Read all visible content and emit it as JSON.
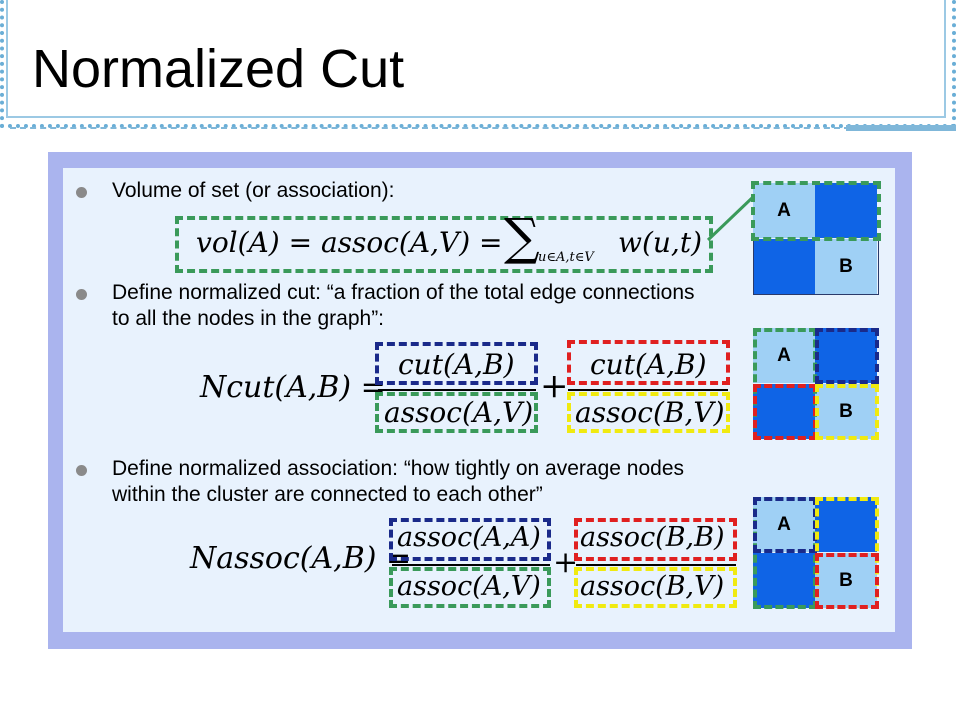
{
  "slide": {
    "title": "Normalized Cut",
    "bullets": [
      "Volume of set (or association):",
      "Define normalized cut: “a fraction of the total edge connections to all the nodes in the graph”:",
      "Define normalized association: “how tightly on average nodes within the cluster are connected to each other”"
    ],
    "equations": {
      "vol_lhs": "vol(A) = assoc(A,V) =",
      "vol_sum": "∑",
      "vol_sub": "u∈A,t∈V",
      "vol_rhs": "w(u,t)",
      "ncut_lhs": "Ncut(A,B) =",
      "ncut_num1": "cut(A,B)",
      "ncut_den1": "assoc(A,V)",
      "ncut_num2": "cut(A,B)",
      "ncut_den2": "assoc(B,V)",
      "nassoc_lhs": "Nassoc(A,B) =",
      "nassoc_num1": "assoc(A,A)",
      "nassoc_den1": "assoc(A,V)",
      "nassoc_num2": "assoc(B,B)",
      "nassoc_den2": "assoc(B,V)",
      "plus": "+"
    },
    "matrix_labels": {
      "a": "A",
      "b": "B"
    },
    "colors": {
      "panel": "#aab4ee",
      "panel_inner": "#e8f2fd",
      "light": "#9fd0f5",
      "dark": "#0f64e6",
      "green": "#3a9a5a",
      "navy": "#1a2a8a",
      "red": "#e02020",
      "yellow": "#f0ea10"
    }
  }
}
